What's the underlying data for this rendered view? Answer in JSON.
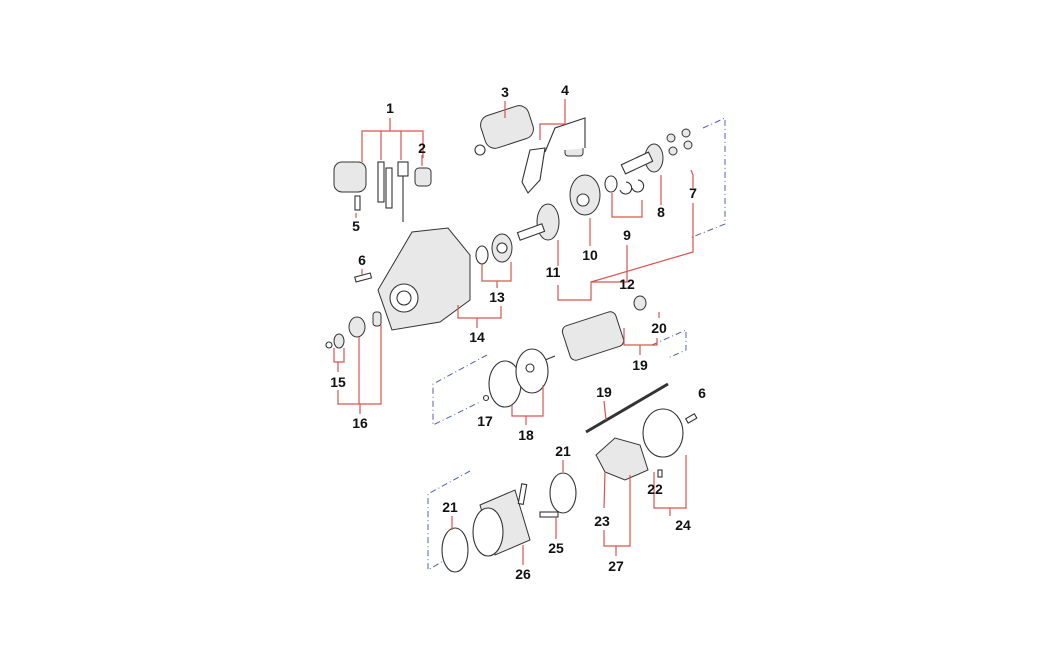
{
  "diagram": {
    "title": "Starter motor exploded parts view",
    "callouts": {
      "c1": "1",
      "c2": "2",
      "c3": "3",
      "c4": "4",
      "c5": "5",
      "c6a": "6",
      "c6b": "6",
      "c7": "7",
      "c8": "8",
      "c9": "9",
      "c10": "10",
      "c11": "11",
      "c12": "12",
      "c13": "13",
      "c14": "14",
      "c15": "15",
      "c16": "16",
      "c17": "17",
      "c18": "18",
      "c19a": "19",
      "c19b": "19",
      "c20": "20",
      "c21a": "21",
      "c21b": "21",
      "c22": "22",
      "c23": "23",
      "c24": "24",
      "c25": "25",
      "c26": "26",
      "c27": "27"
    },
    "colors": {
      "leader": "#d9534f",
      "group": "#5560b0"
    }
  }
}
